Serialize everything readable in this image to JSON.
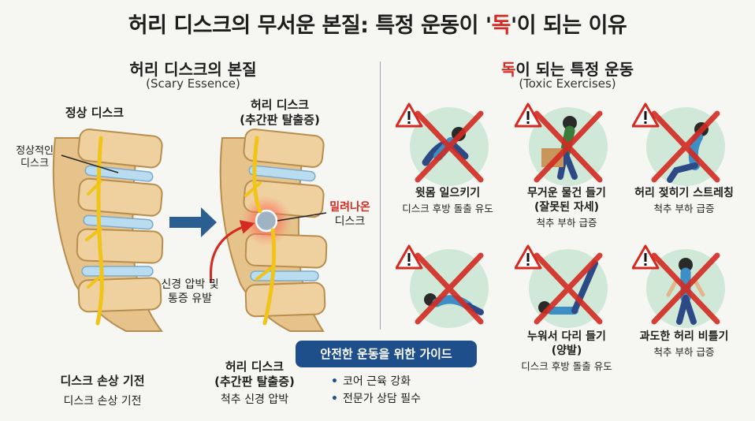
{
  "title_pre": "허리 디스크의 무서운 본질: 특정 운동이 '",
  "title_red": "독",
  "title_post": "'이 되는 이유",
  "left": {
    "title": "허리 디스크의 본질",
    "subtitle": "(Scary Essence)",
    "normal_label": "정상 디스크",
    "normal_disc_callout": [
      "정상적인",
      "디스크"
    ],
    "herniated_label": [
      "허리 디스크",
      "(추간판 탈출증)"
    ],
    "pushed_out_red": "밀려나온",
    "pushed_out_black": "디스크",
    "nerve_callout": [
      "신경 압박 및",
      "통증 유발"
    ],
    "bottom_left_title": "디스크 손상 기전",
    "bottom_left_sub": "디스크 손상 기전",
    "bottom_mid_title": [
      "허리 디스크",
      "(추간판 탈출증)"
    ],
    "bottom_mid_sub": "척추 신경 압박"
  },
  "right": {
    "title_red": "독",
    "title_rest": "이 되는 특정 운동",
    "subtitle": "(Toxic Exercises)",
    "exercises": [
      {
        "title": [
          "윗몸 일으키기"
        ],
        "desc": [
          "디스크 후방 돌출 유도"
        ]
      },
      {
        "title": [
          "무거운 물건 들기",
          "(잘못된 자세)"
        ],
        "desc": [
          "척추 부하 급증"
        ]
      },
      {
        "title": [
          "허리 젖히기 스트레칭"
        ],
        "desc": [
          "척추 부하 급증"
        ]
      },
      {
        "title": [],
        "desc": []
      },
      {
        "title": [
          "누워서 다리 들기",
          "(양발)"
        ],
        "desc": [
          "디스크 후방 돌출 유도"
        ]
      },
      {
        "title": [
          "과도한 허리 비틀기"
        ],
        "desc": [
          "척추 부하 급증"
        ]
      }
    ]
  },
  "guide": {
    "title": "안전한 운동을 위한 가이드",
    "items": [
      "코어 근육 강화",
      "전문가 상담 필수"
    ]
  },
  "colors": {
    "accent_red": "#d42a22",
    "guide_blue": "#1f4f8a",
    "circle_green": "#cfe8d8",
    "bone": "#e8c98f"
  }
}
